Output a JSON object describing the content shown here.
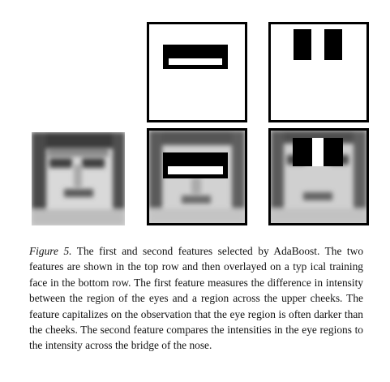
{
  "figure": {
    "label": "Figure 5.",
    "text": "The first and second features selected by AdaBoost. The two features are shown in the top row and then overlayed on a typ­ ical training face in the bottom row. The first feature measures the difference in intensity between the region of the eyes and a region across the upper cheeks. The feature capitalizes on the observation that the eye region is often darker than the cheeks. The second feature compares the intensities in the eye regions to the intensity across the bridge of the nose."
  },
  "panels": {
    "top_row": [
      "feature-1-diagram",
      "feature-2-diagram"
    ],
    "bottom_row": [
      "training-face",
      "face-with-feature-1",
      "face-with-feature-2"
    ]
  },
  "colors": {
    "dark_region": "#000000",
    "light_region": "#ffffff",
    "frame": "#000000"
  }
}
